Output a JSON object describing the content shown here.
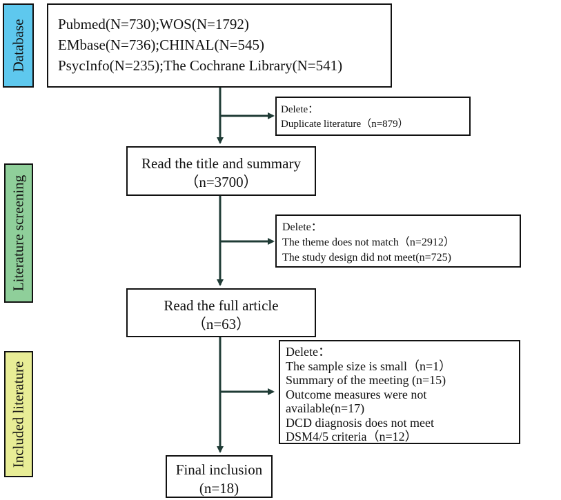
{
  "stages": [
    {
      "label": "Database",
      "color": "#5ec8ee"
    },
    {
      "label": "Literature screening",
      "color": "#8fcf9a"
    },
    {
      "label": "Included literature",
      "color": "#e8ed96"
    }
  ],
  "database_box": {
    "lines": [
      "Pubmed(N=730);WOS(N=1792)",
      "EMbase(N=736);CHINAL(N=545)",
      "PsycInfo(N=235);The Cochrane Library(N=541)"
    ]
  },
  "exclusion_1": {
    "lines": [
      "Delete：",
      "Duplicate literature（n=879）"
    ]
  },
  "title_summary_box": {
    "lines": [
      "Read the title and summary",
      "（n=3700）"
    ]
  },
  "exclusion_2": {
    "lines": [
      "Delete：",
      "The theme does not match（n=2912）",
      "The study design did not meet(n=725)"
    ]
  },
  "full_article_box": {
    "lines": [
      "Read the full article",
      "（n=63）"
    ]
  },
  "exclusion_3": {
    "lines": [
      "Delete：",
      "The sample size is small（n=1）",
      "Summary of the meeting (n=15)",
      "Outcome measures were not",
      "available(n=17)",
      "DCD diagnosis does not meet",
      "DSM4/5 criteria（n=12）"
    ]
  },
  "final_box": {
    "lines": [
      "Final inclusion",
      "(n=18)"
    ]
  },
  "colors": {
    "arrow": "#1f3b35",
    "border": "#111111"
  }
}
